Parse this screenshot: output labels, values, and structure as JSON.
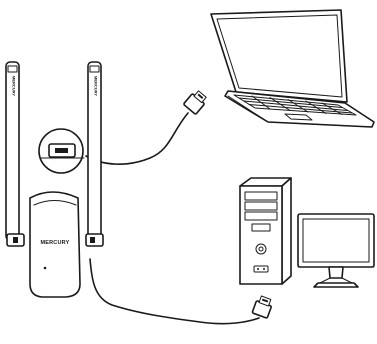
{
  "diagram": {
    "adapter": {
      "brand": "MERCURY",
      "antenna_left_label": "MERCURY",
      "antenna_right_label": "MERCURY"
    },
    "colors": {
      "stroke": "#1a1a1a",
      "fill": "#ffffff",
      "antenna_fill": "#ffffff",
      "screen_fill": "#ffffff"
    }
  }
}
